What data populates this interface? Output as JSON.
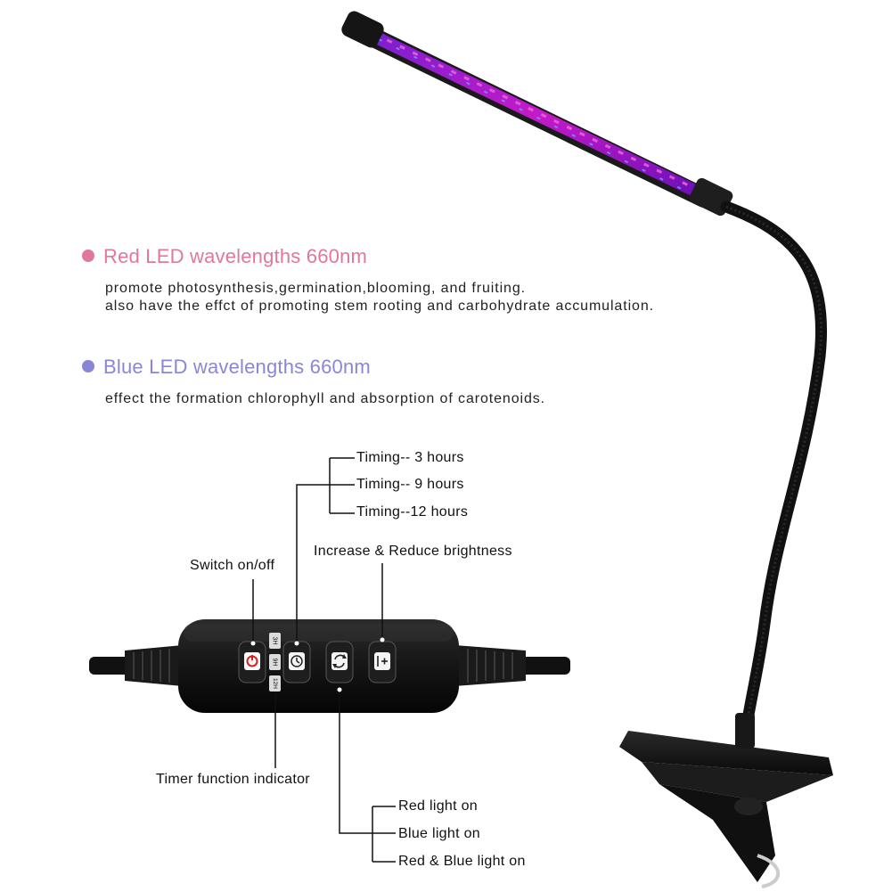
{
  "red_section": {
    "heading": "Red LED wavelengths 660nm",
    "line1": "promote photosynthesis,germination,blooming, and fruiting.",
    "line2": "also have the effct of promoting stem rooting and carbohydrate accumulation.",
    "color": "#e0789a"
  },
  "blue_section": {
    "heading": "Blue LED wavelengths 660nm",
    "line1": "effect the formation chlorophyll and absorption of carotenoids.",
    "color": "#8a86d6"
  },
  "controller_labels": {
    "timing_3": "Timing-- 3 hours",
    "timing_9": "Timing-- 9 hours",
    "timing_12": "Timing--12 hours",
    "switch": "Switch on/off",
    "brightness": "Increase & Reduce brightness",
    "timer_indicator": "Timer function indicator",
    "red_on": "Red light on",
    "blue_on": "Blue light on",
    "red_blue_on": "Red & Blue light on"
  },
  "controller_badges": {
    "badge_3h": "3H",
    "badge_9h": "9H",
    "badge_12h": "12H"
  },
  "icons": [
    "power-icon",
    "timer-icon",
    "cycle-icon",
    "plus-minus-icon"
  ]
}
